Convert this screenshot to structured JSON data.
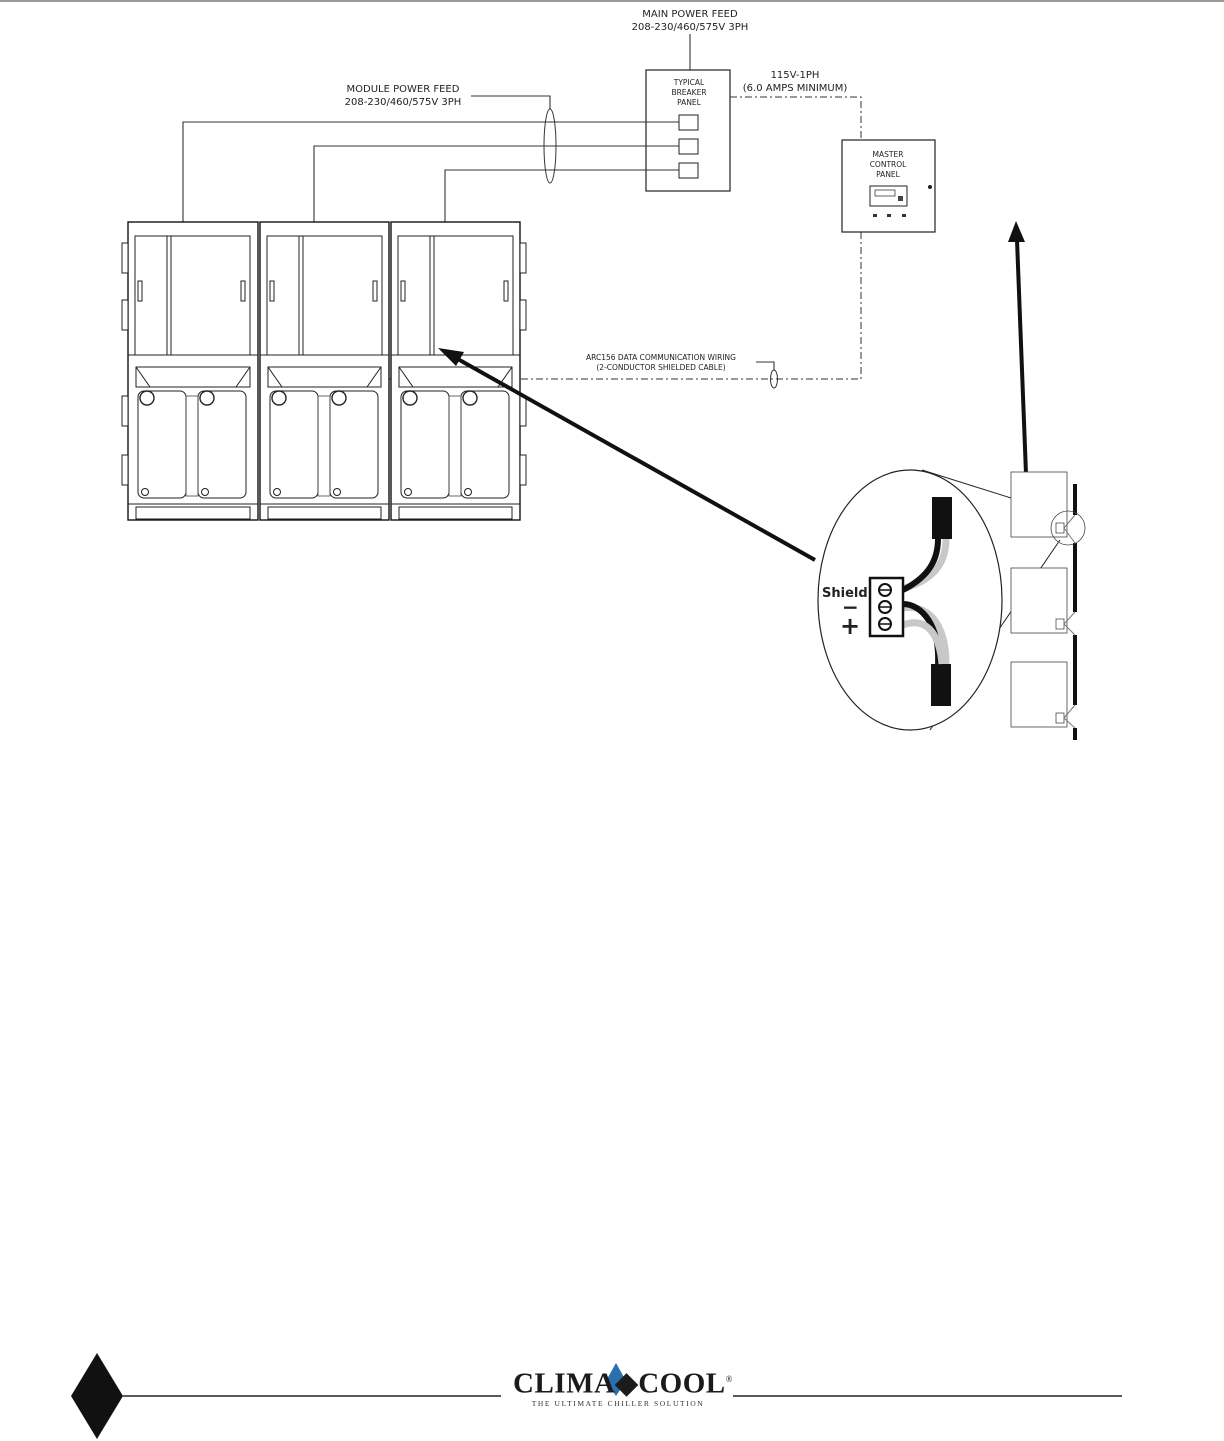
{
  "labels": {
    "main_power_line1": "MAIN POWER FEED",
    "main_power_line2": "208-230/460/575V 3PH",
    "module_power_line1": "MODULE POWER FEED",
    "module_power_line2": "208-230/460/575V 3PH",
    "breaker_line1": "TYPICAL",
    "breaker_line2": "BREAKER",
    "breaker_line3": "PANEL",
    "supply_line1": "115V-1PH",
    "supply_line2": "(6.0 AMPS MINIMUM)",
    "master_line1": "MASTER",
    "master_line2": "CONTROL",
    "master_line3": "PANEL",
    "comm_line1": "ARC156 DATA COMMUNICATION WIRING",
    "comm_line2": "(2-CONDUCTOR SHIELDED CABLE)",
    "terminal_shield": "Shield",
    "terminal_minus": "−",
    "terminal_plus": "+"
  },
  "footer": {
    "logo_text": "CLIMA◆COOL",
    "logo_reg": "®",
    "tagline": "THE ULTIMATE CHILLER SOLUTION"
  },
  "colors": {
    "line": "#222222",
    "accent_blue": "#2a6fb0"
  }
}
